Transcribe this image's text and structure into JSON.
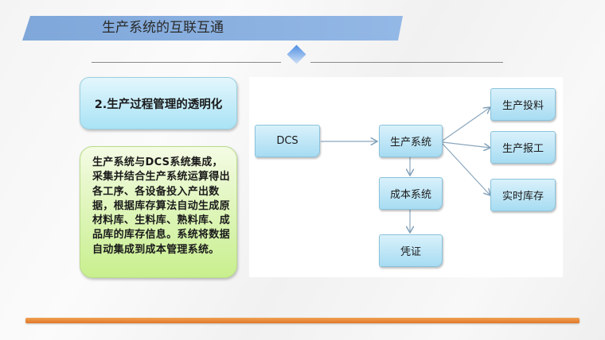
{
  "header": {
    "title": "生产系统的互联互通"
  },
  "subheading": {
    "label": "2.生产过程管理的透明化"
  },
  "description": {
    "text": "生产系统与DCS系统集成，采集并结合生产系统运算得出各工序、各设备投入产出数据，根据库存算法自动生成原材料库、生料库、熟料库、成品库的库存信息。系统将数据自动集成到成本管理系统。"
  },
  "diagram": {
    "nodes": {
      "dcs": "DCS",
      "production_system": "生产系统",
      "cost_system": "成本系统",
      "voucher": "凭证",
      "production_input": "生产投料",
      "production_report": "生产报工",
      "realtime_inventory": "实时库存"
    },
    "edges": [
      [
        "dcs",
        "production_system"
      ],
      [
        "production_system",
        "production_input"
      ],
      [
        "production_system",
        "production_report"
      ],
      [
        "production_system",
        "realtime_inventory"
      ],
      [
        "production_system",
        "cost_system"
      ],
      [
        "cost_system",
        "voucher"
      ]
    ]
  },
  "colors": {
    "banner": "#8cb2e2",
    "accent_bar": "#e8852f",
    "node_fill": "#b3e0f4",
    "desc_fill": "#d6f2a8"
  }
}
